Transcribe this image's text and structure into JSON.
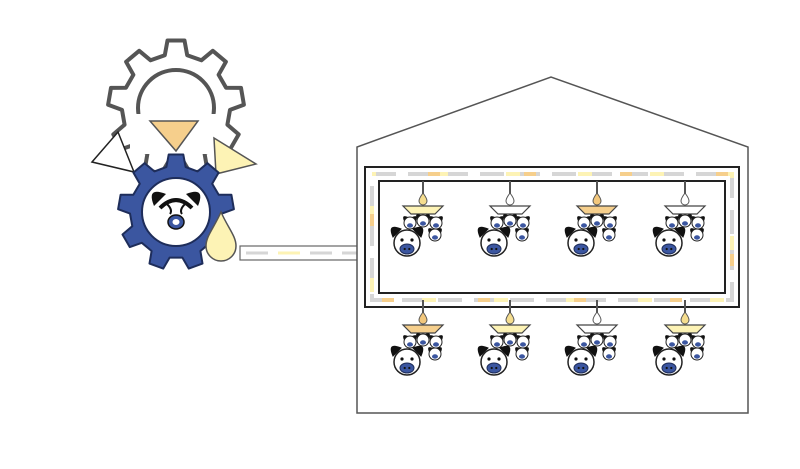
{
  "diagram": {
    "controller": {
      "outer_gear_icon": "gear-outline-icon",
      "inner_gear_icon": "gear-blue-icon",
      "center_icon": "piglet-pacifier-icon",
      "drop_icon": "milk-drop-icon",
      "funnel_icons": [
        "white-funnel-icon",
        "orange-funnel-icon",
        "yellow-funnel-icon"
      ]
    },
    "building": {
      "icon": "barn-outline-icon",
      "pipeline_icon": "dashed-feed-pipe-icon"
    },
    "feeders": [
      {
        "row": "top",
        "bowl_color": "#fdf3b5",
        "drop_color": "#f5dd8e"
      },
      {
        "row": "top",
        "bowl_color": "#ffffff",
        "drop_color": "#ffffff"
      },
      {
        "row": "top",
        "bowl_color": "#f6cf8c",
        "drop_color": "#f2c77c"
      },
      {
        "row": "top",
        "bowl_color": "#ffffff",
        "drop_color": "#ffffff"
      },
      {
        "row": "bottom",
        "bowl_color": "#f6cf8c",
        "drop_color": "#f2c77c"
      },
      {
        "row": "bottom",
        "bowl_color": "#fdf3b5",
        "drop_color": "#f5dd8e"
      },
      {
        "row": "bottom",
        "bowl_color": "#ffffff",
        "drop_color": "#ffffff"
      },
      {
        "row": "bottom",
        "bowl_color": "#fdf3b5",
        "drop_color": "#f5dd8e"
      }
    ],
    "colors": {
      "gear_blue": "#3b56a0",
      "pig_snout": "#3b56a0",
      "outline": "#555555",
      "pipe_gray": "#d6d6d6",
      "pipe_yellow": "#fdf3b5",
      "pipe_orange": "#f6cf8c",
      "funnel_orange": "#f6cf8c",
      "funnel_yellow": "#fdf3b5",
      "milk_drop": "#fdf3b5"
    }
  }
}
